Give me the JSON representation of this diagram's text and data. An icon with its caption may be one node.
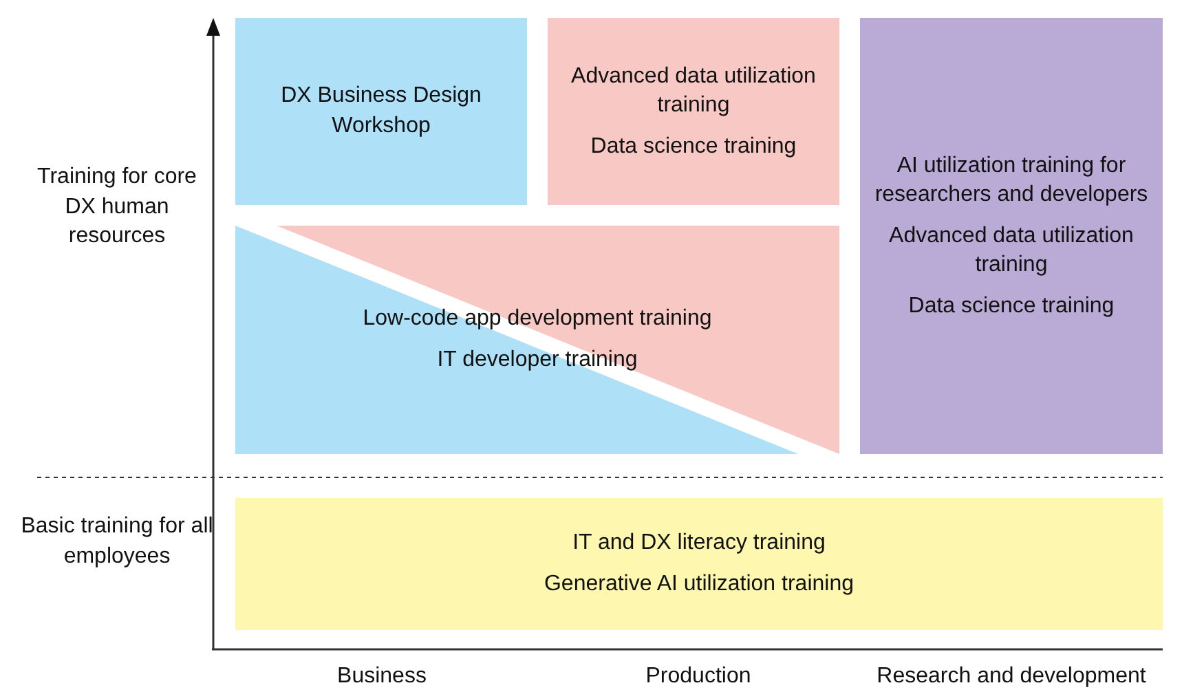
{
  "diagram": {
    "nodes": [
      {
        "text": [
          "DX Business Design Workshop"
        ]
      },
      {
        "text": [
          "Advanced data utilization training",
          "Data science training"
        ]
      },
      {
        "text": [
          "AI utilization training for researchers and developers",
          "Advanced data utilization training",
          "Data science training"
        ]
      },
      {
        "text": [
          "Low-code app development training",
          "IT developer training"
        ]
      },
      {
        "text": [
          "IT and DX literacy training",
          "Generative AI utilization training"
        ]
      }
    ],
    "labels": [
      "Training for core DX human resources",
      "Basic training for all employees",
      "Business",
      "Production",
      "Research and development"
    ]
  }
}
